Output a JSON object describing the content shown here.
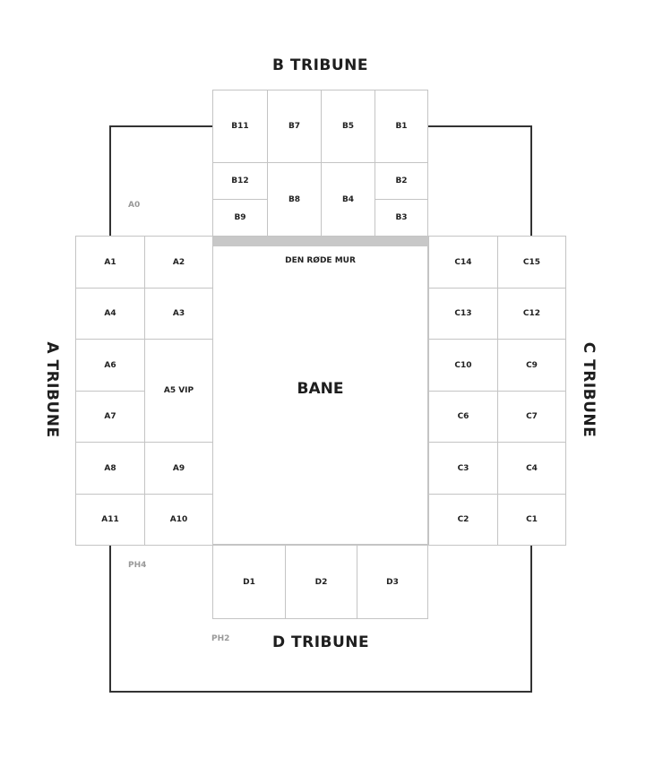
{
  "stands": {
    "b": "B TRIBUNE",
    "d": "D TRIBUNE",
    "a": "A TRIBUNE",
    "c": "C TRIBUNE"
  },
  "pitch": {
    "label": "BANE",
    "wall": "DEN RØDE MUR"
  },
  "areas": {
    "a0": "A0",
    "ph4": "PH4",
    "ph2": "PH2"
  },
  "sections": {
    "B11": "B11",
    "B7": "B7",
    "B5": "B5",
    "B1": "B1",
    "B12": "B12",
    "B9": "B9",
    "B8": "B8",
    "B4": "B4",
    "B2": "B2",
    "B3": "B3",
    "A1": "A1",
    "A2": "A2",
    "A4": "A4",
    "A3": "A3",
    "A6": "A6",
    "A5": "A5 VIP",
    "A7": "A7",
    "A8": "A8",
    "A9": "A9",
    "A11": "A11",
    "A10": "A10",
    "C14": "C14",
    "C15": "C15",
    "C13": "C13",
    "C12": "C12",
    "C10": "C10",
    "C9": "C9",
    "C6": "C6",
    "C7": "C7",
    "C3": "C3",
    "C4": "C4",
    "C2": "C2",
    "C1": "C1",
    "D1": "D1",
    "D2": "D2",
    "D3": "D3"
  }
}
